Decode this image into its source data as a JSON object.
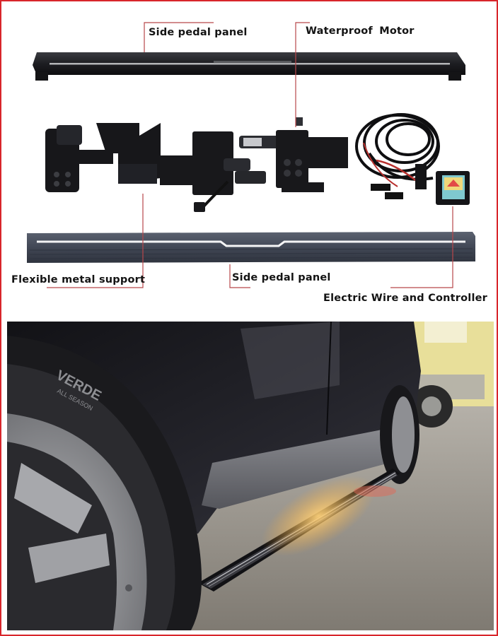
{
  "image": {
    "theme": "Electric power running board (car side step) kit",
    "border_color": "#d8262b",
    "leader_line_color": "#b8474a"
  },
  "diagram": {
    "labels": [
      {
        "id": "top-panel",
        "text": "Side pedal panel"
      },
      {
        "id": "motor",
        "text": "Waterproof  Motor"
      },
      {
        "id": "support",
        "text": "Flexible metal support"
      },
      {
        "id": "bottom-panel",
        "text": "Side pedal panel"
      },
      {
        "id": "controller",
        "text": "Electric Wire and Controller"
      }
    ],
    "components": [
      "side-pedal-panel-top",
      "flexible-metal-support-brackets",
      "waterproof-motor-assemblies",
      "electric-wire-harness-and-controller",
      "side-pedal-panel-bottom"
    ]
  },
  "photo": {
    "subject": "Installed running board deployed under SUV door with LED underglow",
    "tire_text": [
      "VERDE",
      "ALL SEASON"
    ],
    "colors": {
      "car_body": "#1c1c22",
      "lower_cladding": "#6f7076",
      "ground": "#9a958d",
      "led_glow": "#f2a93b",
      "van": "#e8df9a"
    }
  }
}
